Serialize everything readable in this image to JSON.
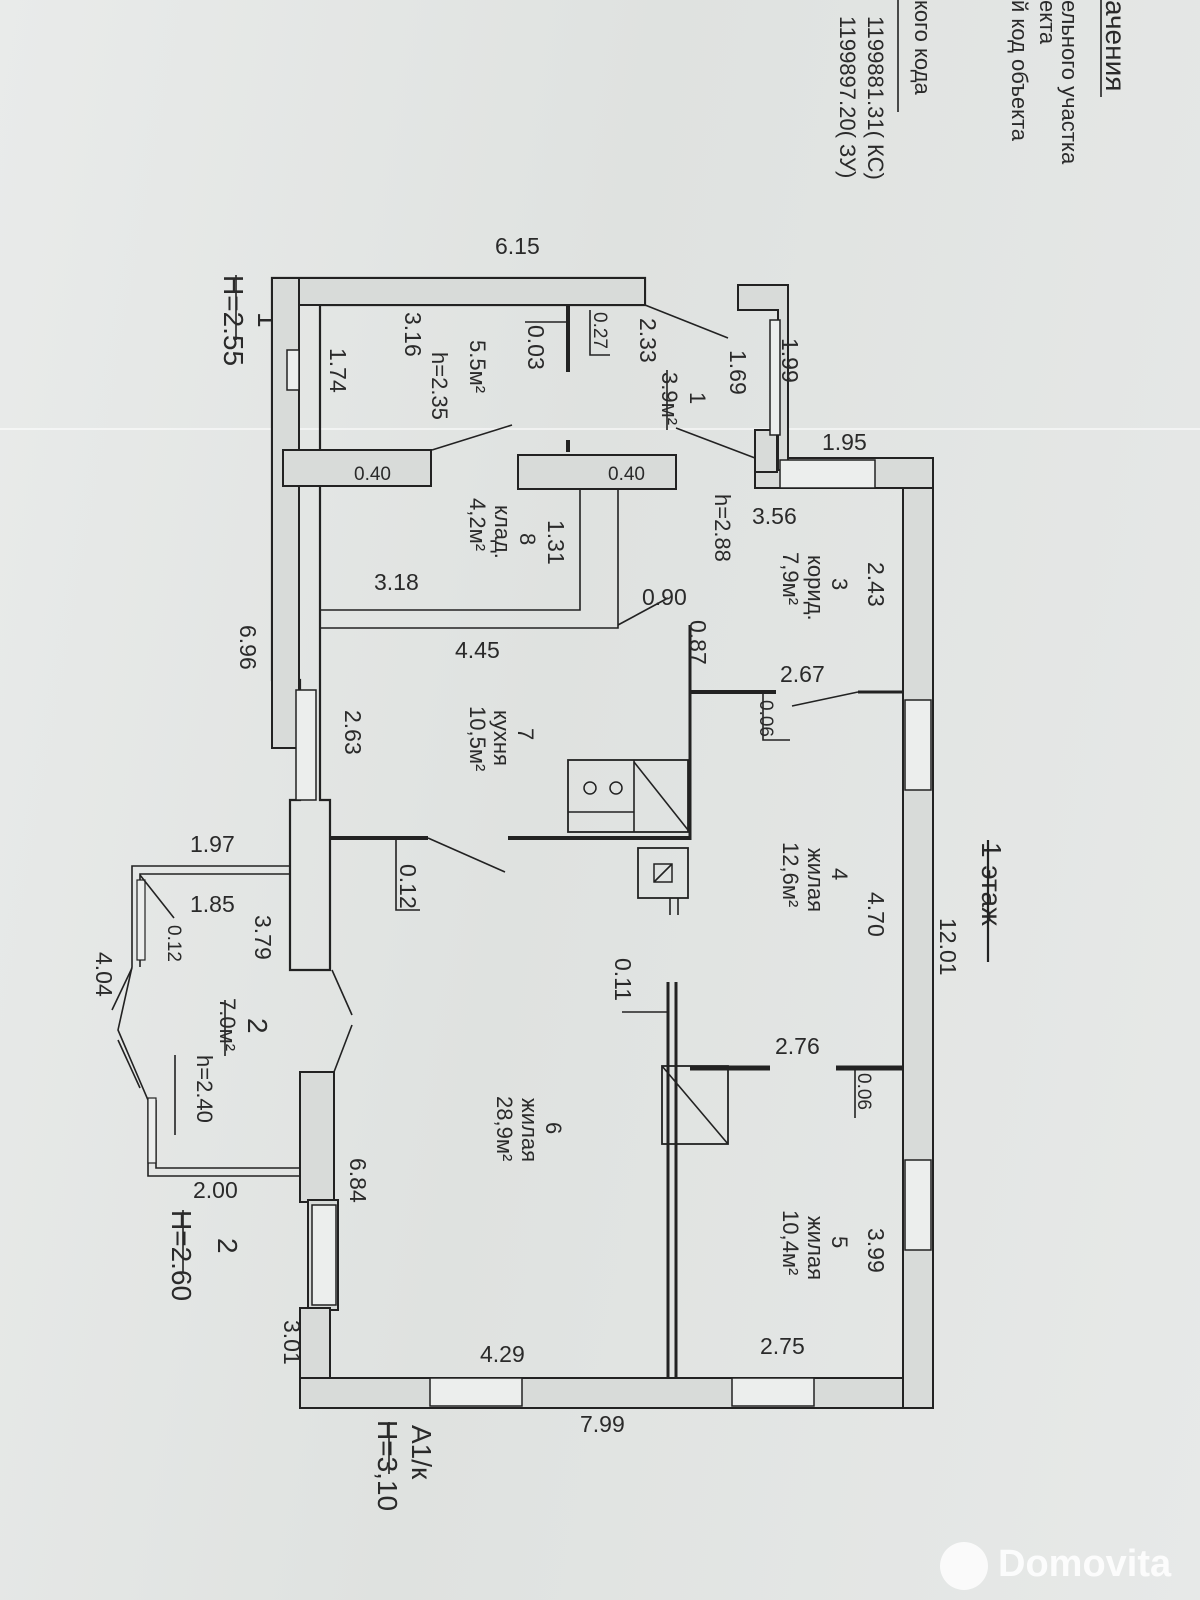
{
  "header": {
    "heading": "ачения",
    "col1_line1": "ельного участка",
    "col1_line2": "екта",
    "col1_line3": "й код объекта",
    "col2_title": "кого кода",
    "code1": "1199881.31( КС)",
    "code2": "1199897.20( ЗУ)"
  },
  "floor_title": "1 этаж",
  "blocks": {
    "b1": {
      "num": "1",
      "h": "H=2.55"
    },
    "b2": {
      "num": "2",
      "h": "H=2.60"
    },
    "a1": {
      "num": "A1/к",
      "h": "H=3,10"
    }
  },
  "rooms": {
    "r1": {
      "num": "1",
      "area": "3.9м²"
    },
    "r2": {
      "num": "2",
      "area": "7.0м²",
      "h": "h=2.40"
    },
    "r3": {
      "num": "3",
      "name": "корид.",
      "area": "7,9м²"
    },
    "r4": {
      "num": "4",
      "name": "жилая",
      "area": "12,6м²"
    },
    "r5": {
      "num": "5",
      "name": "жилая",
      "area": "10,4м²"
    },
    "r6": {
      "num": "6",
      "name": "жилая",
      "area": "28,9м²"
    },
    "r7": {
      "num": "7",
      "name": "кухня",
      "area": "10,5м²"
    },
    "r8": {
      "num": "8",
      "name": "клад.",
      "area": "4,2м²"
    },
    "r9": {
      "area": "5.5м²",
      "h": "h=2.35"
    }
  },
  "heights": {
    "h288": "h=2.88"
  },
  "dims": {
    "d615": "6.15",
    "d316": "3.16",
    "d174": "1.74",
    "d027": "0.27",
    "d003": "0.03",
    "d233": "2.33",
    "d169": "1.69",
    "d199": "1.99",
    "d195": "1.95",
    "d356": "3.56",
    "d040a": "0.40",
    "d040b": "0.40",
    "d131": "1.31",
    "d318": "3.18",
    "d090": "0.90",
    "d243": "2.43",
    "d087": "0.87",
    "d445": "4.45",
    "d696": "6.96",
    "d263": "2.63",
    "d267": "2.67",
    "d006a": "0.06",
    "d197": "1.97",
    "d185": "1.85",
    "d379": "3.79",
    "d012a": "0.12",
    "d012b": "0.12",
    "d404": "4.04",
    "d470": "4.70",
    "d1201": "12.01",
    "d011": "0.11",
    "d276": "2.76",
    "d006b": "0.06",
    "d200": "2.00",
    "d684": "6.84",
    "d399": "3.99",
    "d301": "3.01",
    "d429": "4.29",
    "d275": "2.75",
    "d799": "7.99"
  },
  "watermark": "Domovita"
}
